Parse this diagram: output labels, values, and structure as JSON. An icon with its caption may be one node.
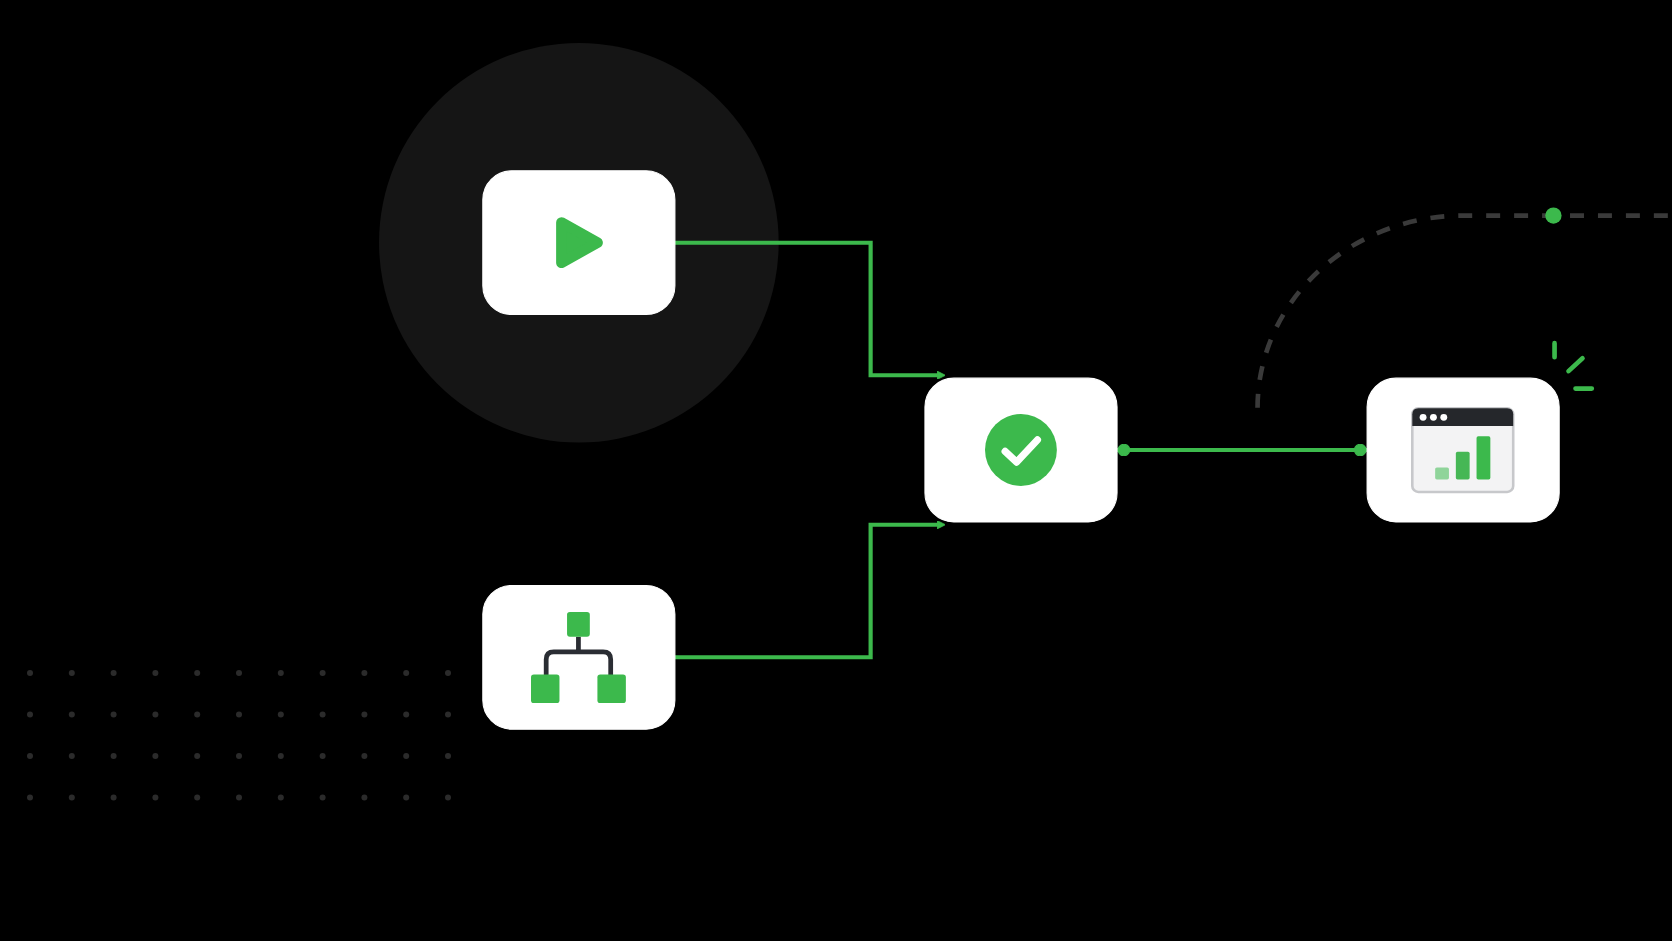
{
  "diagram": {
    "nodes": [
      {
        "text": [],
        "shape": "picture"
      },
      {
        "text": [],
        "shape": "picture"
      },
      {
        "text": [],
        "shape": "picture"
      },
      {
        "text": [],
        "shape": "picture"
      }
    ],
    "edges": [
      {
        "from": 0,
        "to": 2,
        "arrow": "to"
      },
      {
        "from": 1,
        "to": 2,
        "arrow": "to"
      },
      {
        "from": 2,
        "to": 3,
        "arrow": "other"
      }
    ]
  }
}
